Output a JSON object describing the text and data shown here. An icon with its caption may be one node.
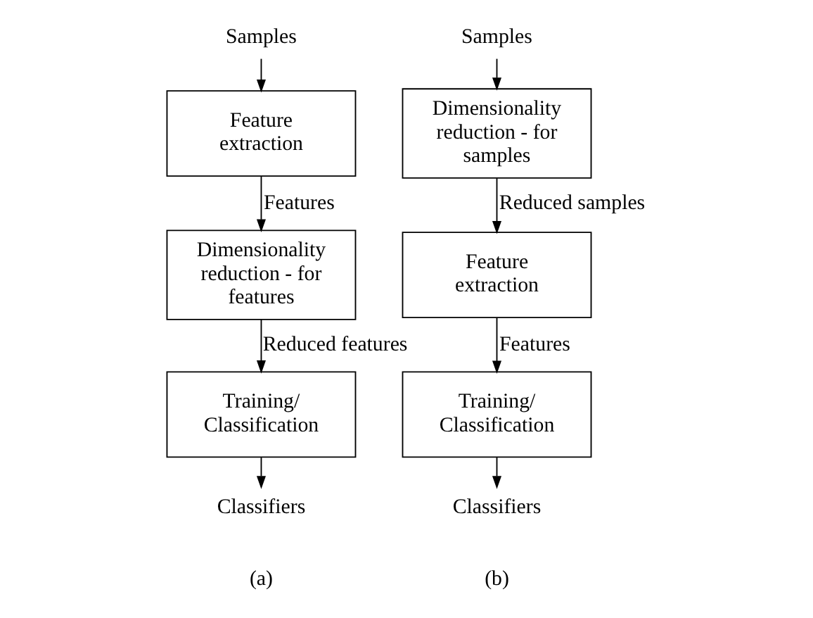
{
  "diagram": {
    "nodes": [
      {
        "text": [
          "Samples"
        ]
      },
      {
        "text": [
          "Feature extraction"
        ]
      },
      {
        "text": [
          "Dimensionality reduction - for features"
        ]
      },
      {
        "text": [
          "Training/ Classification"
        ]
      },
      {
        "text": [
          "Classifiers"
        ]
      },
      {
        "text": [
          "Samples"
        ]
      },
      {
        "text": [
          "Dimensionality reduction - for samples"
        ]
      },
      {
        "text": [
          "Feature extraction"
        ]
      },
      {
        "text": [
          "Training/ Classification"
        ]
      },
      {
        "text": [
          "Classifiers"
        ]
      }
    ],
    "edges": [
      {
        "from": 0,
        "to": 1,
        "arrow": "to"
      },
      {
        "from": 1,
        "to": 2,
        "label": "Features",
        "arrow": "to"
      },
      {
        "from": 2,
        "to": 3,
        "label": "Reduced features",
        "arrow": "to"
      },
      {
        "from": 3,
        "to": 4,
        "arrow": "to"
      },
      {
        "from": 5,
        "to": 6,
        "arrow": "to"
      },
      {
        "from": 6,
        "to": 7,
        "label": "Reduced samples",
        "arrow": "to"
      },
      {
        "from": 7,
        "to": 8,
        "label": "Features",
        "arrow": "to"
      },
      {
        "from": 8,
        "to": 9,
        "arrow": "to"
      }
    ],
    "labels": [
      "(a)",
      "(b)"
    ]
  }
}
